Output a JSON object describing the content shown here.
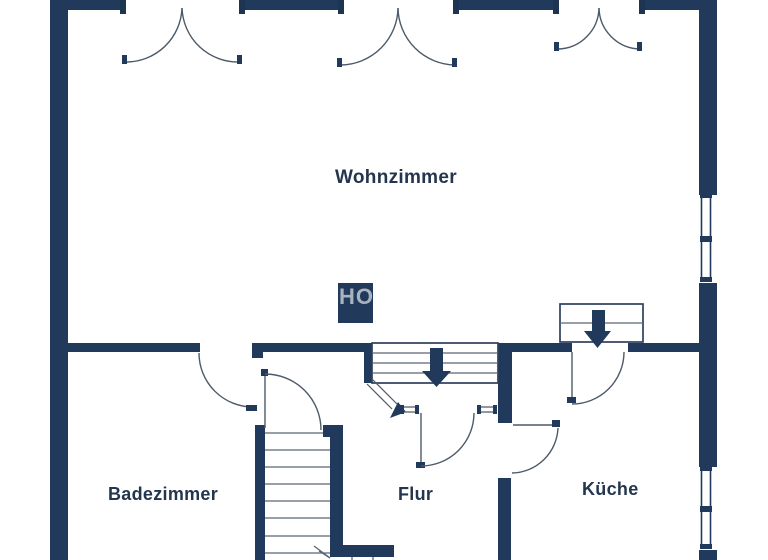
{
  "plan": {
    "type": "floor-plan",
    "rooms": {
      "wohnzimmer": {
        "label": "Wohnzimmer"
      },
      "badezimmer": {
        "label": "Badezimmer"
      },
      "flur": {
        "label": "Flur"
      },
      "kueche": {
        "label": "Küche"
      }
    },
    "watermark": {
      "text": "HO"
    },
    "colors": {
      "wall": "#21395a",
      "thin_line": "#4d5a68",
      "stair_line": "#5a6673",
      "label_text": "#23364e",
      "watermark_text": "#a9b3bf",
      "background": "#ffffff"
    },
    "icons": [
      "down-arrow-icon",
      "stair-direction-arrow-icon"
    ]
  }
}
